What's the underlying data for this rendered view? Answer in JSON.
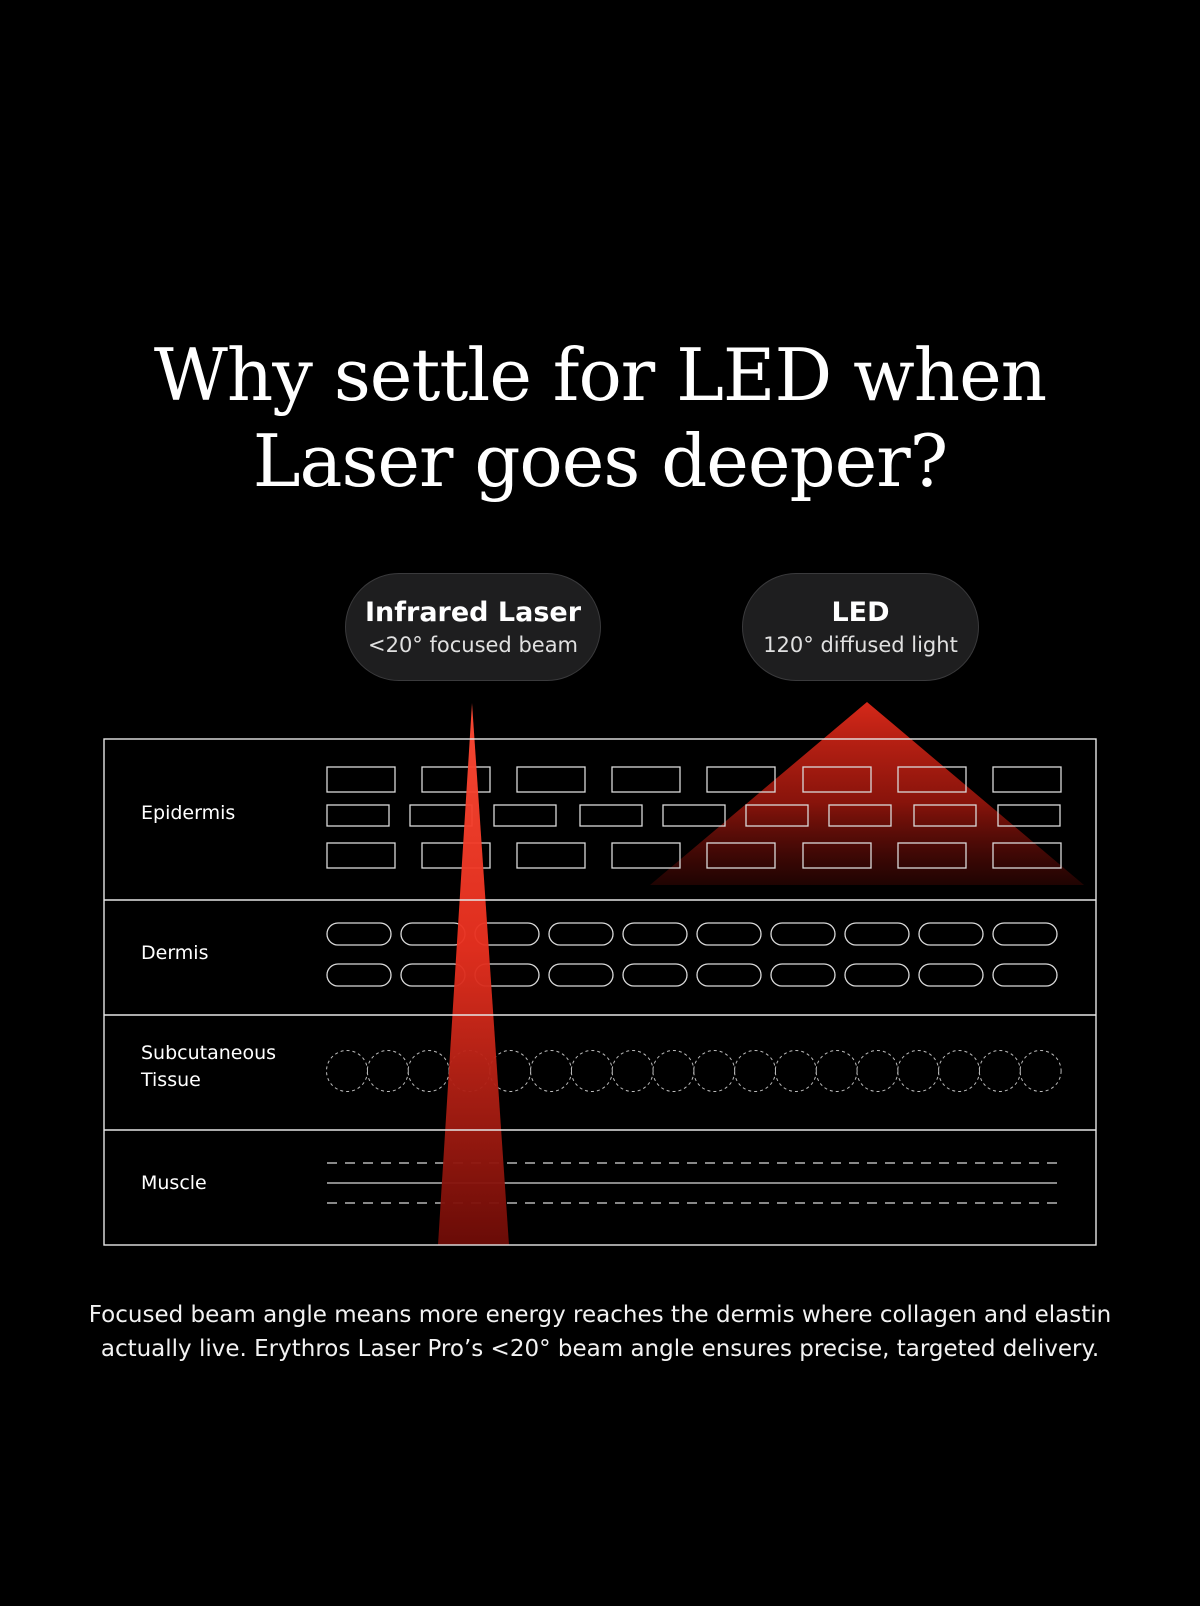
{
  "title": {
    "line1": "Why settle for LED when",
    "line2": "Laser goes deeper?"
  },
  "laser_pill": {
    "name": "Infrared Laser",
    "description": "<20° focused beam"
  },
  "led_pill": {
    "name": "LED",
    "description": "120° diffused light"
  },
  "layers": [
    {
      "label": "Epidermis"
    },
    {
      "label": "Dermis"
    },
    {
      "label": "Subcutaneous Tissue"
    },
    {
      "label": "Muscle"
    }
  ],
  "caption": {
    "line1": "Focused beam angle means more energy reaches the dermis where collagen and elastin",
    "line2": "actually live. Erythros Laser Pro’s <20° beam angle  ensures precise, targeted delivery."
  },
  "colors": {
    "background": "#000000",
    "laser_red": "#ff3b2a",
    "deep_red": "#7a0d08",
    "line": "#d9d9d9"
  }
}
